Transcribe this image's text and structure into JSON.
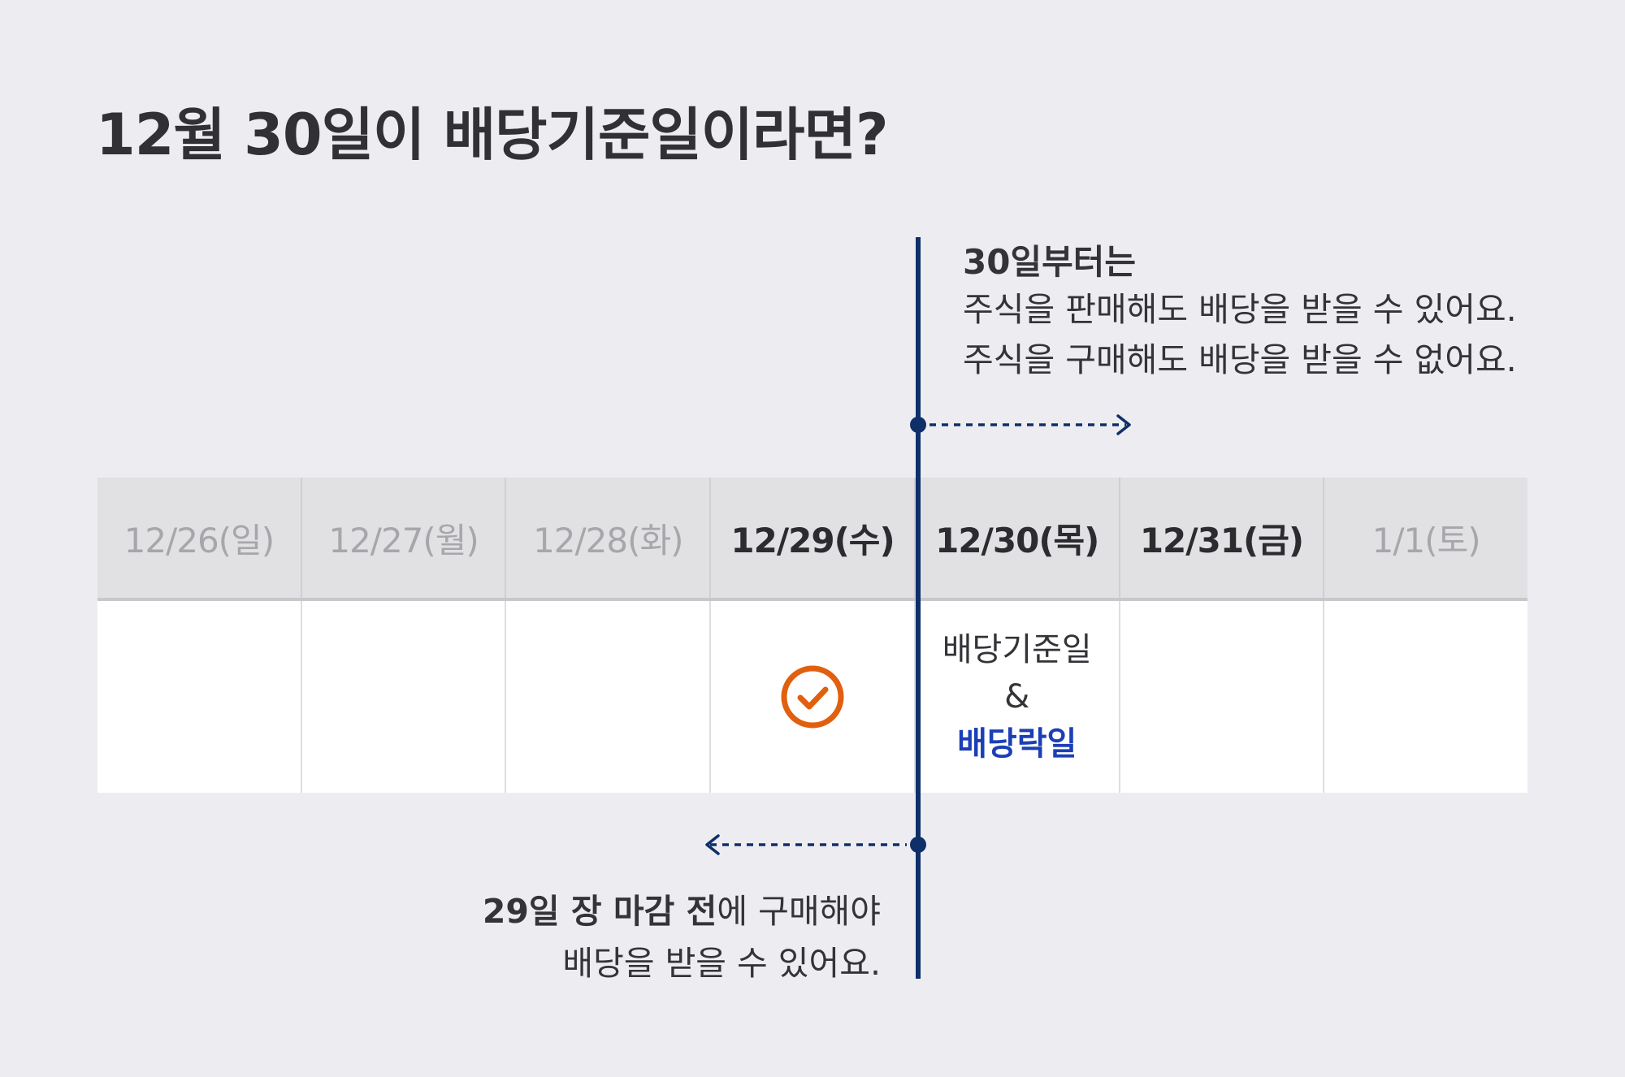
{
  "title": "12월 30일이 배당기준일이라면?",
  "after_note": {
    "heading": "30일부터는",
    "line1": "주식을 판매해도 배당을 받을 수 있어요.",
    "line2": "주식을 구매해도 배당을 받을 수 없어요."
  },
  "calendar": {
    "days": [
      {
        "label": "12/26(일)"
      },
      {
        "label": "12/27(월)"
      },
      {
        "label": "12/28(화)"
      },
      {
        "label": "12/29(수)"
      },
      {
        "label": "12/30(목)"
      },
      {
        "label": "12/31(금)"
      },
      {
        "label": "1/1(토)"
      }
    ],
    "record_cell": {
      "line1": "배당기준일",
      "line2": "&",
      "line3": "배당락일"
    }
  },
  "before_note": {
    "bold": "29일 장 마감 전",
    "rest": "에 구매해야",
    "line2": "배당을 받을 수 있어요."
  },
  "colors": {
    "timeline": "#0f2f68",
    "check": "#e0600f",
    "ex_dividend": "#1c3fb7"
  },
  "icons": {
    "check": "check-circle-icon",
    "arrow_right": "chevron-right-icon",
    "arrow_left": "chevron-left-icon"
  }
}
